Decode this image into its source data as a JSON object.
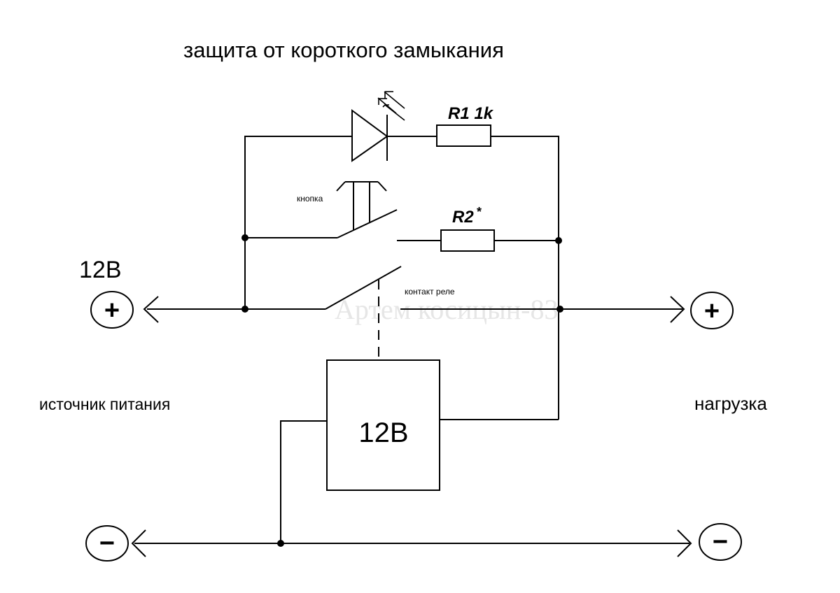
{
  "title": "защита от короткого замыкания",
  "watermark": "Артем косицын-83",
  "components": {
    "led": {
      "label": ""
    },
    "r1": {
      "label": "R1 1k"
    },
    "r2": {
      "label": "R2",
      "mark": "*"
    },
    "button": {
      "label": "кнопка"
    },
    "relay_contact": {
      "label": "контакт реле"
    },
    "relay_coil": {
      "label": "12В"
    }
  },
  "terminals": {
    "source_plus": {
      "symbol": "+",
      "voltage_label": "12В"
    },
    "source_minus": {
      "symbol": "−"
    },
    "load_plus": {
      "symbol": "+"
    },
    "load_minus": {
      "symbol": "−"
    }
  },
  "labels": {
    "source": "источник питания",
    "load": "нагрузка"
  }
}
